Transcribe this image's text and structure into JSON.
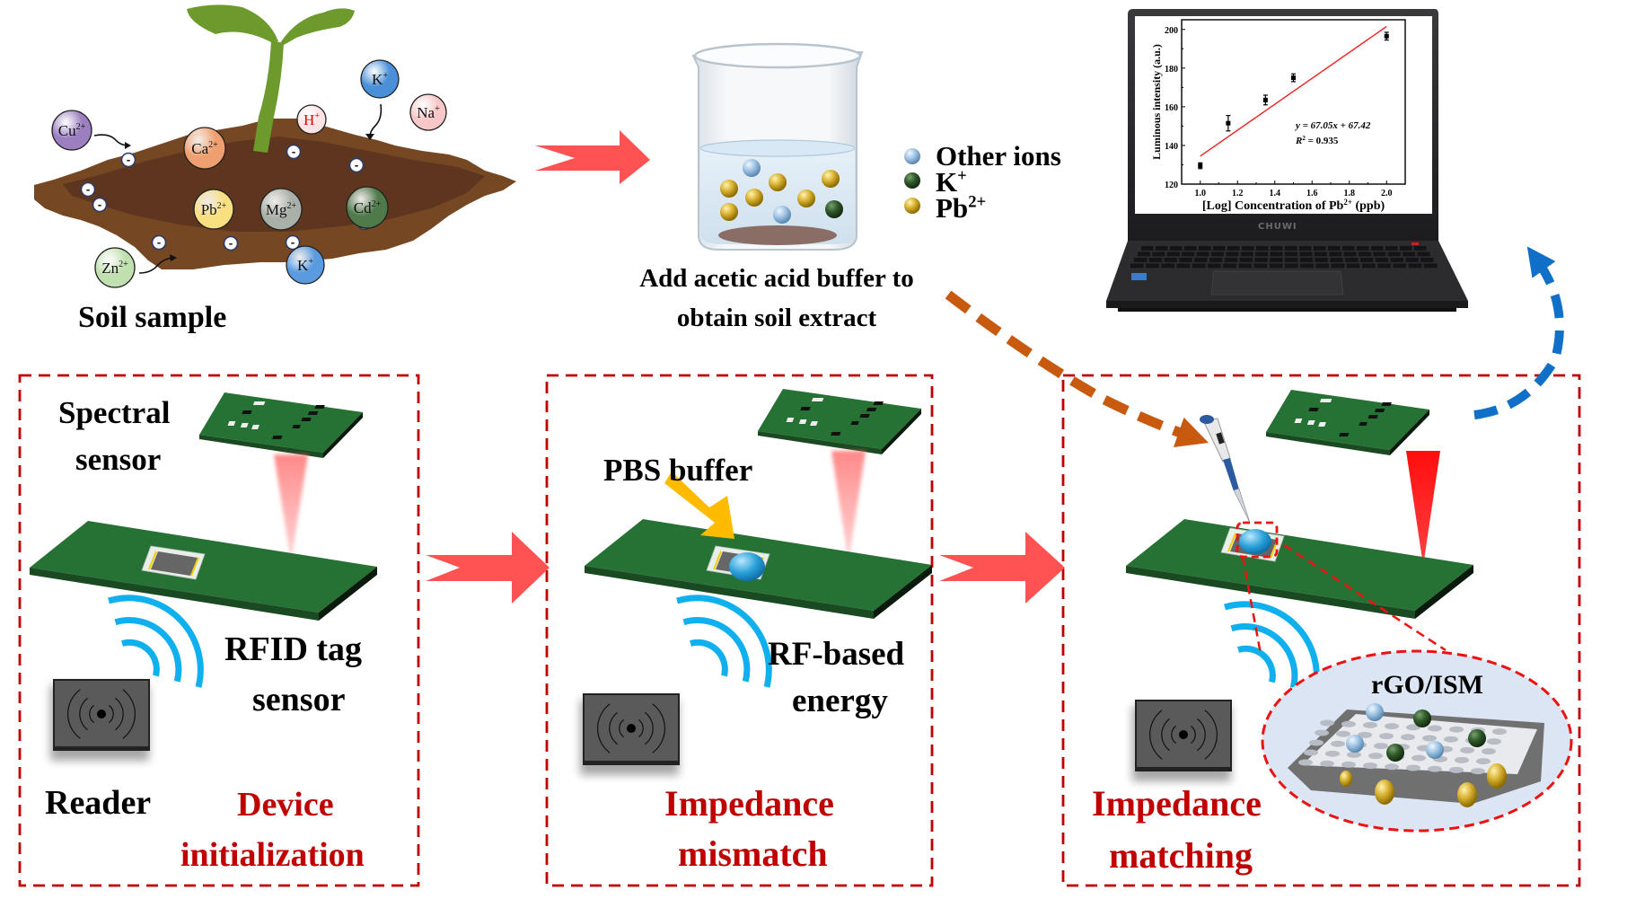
{
  "soil": {
    "label": "Soil sample",
    "ions": [
      {
        "id": "cu",
        "text": "Cu",
        "charge": "2+",
        "color": "#9b7fc0"
      },
      {
        "id": "ca",
        "text": "Ca",
        "charge": "2+",
        "color": "#f0a070"
      },
      {
        "id": "h",
        "text": "H",
        "charge": "+",
        "color": "#fde4e4",
        "text_color": "#e00000"
      },
      {
        "id": "k-top",
        "text": "K",
        "charge": "+",
        "color": "#4a90d8"
      },
      {
        "id": "na",
        "text": "Na",
        "charge": "+",
        "color": "#f8c8c8"
      },
      {
        "id": "pb",
        "text": "Pb",
        "charge": "2+",
        "color": "#f8df80"
      },
      {
        "id": "mg",
        "text": "Mg",
        "charge": "2+",
        "color": "#a8b0a8"
      },
      {
        "id": "cd",
        "text": "Cd",
        "charge": "2+",
        "color": "#4f7a4a"
      },
      {
        "id": "zn",
        "text": "Zn",
        "charge": "2+",
        "color": "#c0e0b0"
      },
      {
        "id": "k-bottom",
        "text": "K",
        "charge": "+",
        "color": "#5a9be0"
      }
    ],
    "negative_charge_symbol": "-"
  },
  "extract": {
    "label_line1": "Add acetic acid buffer to",
    "label_line2": "obtain soil extract",
    "legend": [
      {
        "name": "Other ions",
        "sup": "",
        "color": "#a9c8e8"
      },
      {
        "name": "K",
        "sup": "+",
        "color": "#2f5a2a"
      },
      {
        "name": "Pb",
        "sup": "2+",
        "color": "#c8a020"
      }
    ]
  },
  "laptop": {
    "brand": "CHUWI"
  },
  "chart_data": {
    "type": "scatter",
    "title": "",
    "xlabel": "[Log] Concentration of Pb",
    "xlabel_sup": "2+",
    "xlabel_unit": "(ppb)",
    "ylabel": "Luminous intensity (a.u.)",
    "xlim": [
      0.9,
      2.1
    ],
    "ylim": [
      120,
      205
    ],
    "xticks": [
      1.0,
      1.2,
      1.4,
      1.6,
      1.8,
      2.0
    ],
    "xtick_labels": [
      "1.0",
      "1.2",
      "1.4",
      "1.6",
      "1.8",
      "2.0"
    ],
    "yticks": [
      120,
      140,
      160,
      180,
      200
    ],
    "ytick_labels": [
      "120",
      "140",
      "160",
      "180",
      "200"
    ],
    "grid": false,
    "points": [
      {
        "x": 1.0,
        "y": 129.5,
        "err": 1.5
      },
      {
        "x": 1.15,
        "y": 151.5,
        "err": 4.0
      },
      {
        "x": 1.35,
        "y": 163.5,
        "err": 2.5
      },
      {
        "x": 1.5,
        "y": 175.0,
        "err": 2.0
      },
      {
        "x": 2.0,
        "y": 196.5,
        "err": 2.0
      }
    ],
    "fit": {
      "slope": 67.05,
      "intercept": 67.42,
      "x_range": [
        1.0,
        2.0
      ],
      "color": "#ee2222"
    },
    "annotation_line1": "y = 67.05x + 67.42",
    "annotation_line2_prefix": "R",
    "annotation_line2_sup": "2",
    "annotation_line2_suffix": " = 0.935"
  },
  "panels": [
    {
      "id": "device-init",
      "labels": {
        "sensor_line1": "Spectral",
        "sensor_line2": "sensor",
        "tag_line1": "RFID tag",
        "tag_line2": "sensor",
        "reader": "Reader"
      },
      "stage_line1": "Device",
      "stage_line2": "initialization"
    },
    {
      "id": "impedance-mismatch",
      "labels": {
        "buffer": "PBS buffer",
        "energy_line1": "RF-based",
        "energy_line2": "energy"
      },
      "stage_line1": "Impedance",
      "stage_line2": "mismatch"
    },
    {
      "id": "impedance-matching",
      "labels": {
        "material": "rGO/ISM"
      },
      "stage_line1": "Impedance",
      "stage_line2": "matching"
    }
  ],
  "colors": {
    "flow_arrow": "#ff5252",
    "panel_border": "#c00000",
    "orange_arrow": "#c85a10",
    "blue_arrow": "#1070c8",
    "pcb": "#256b32",
    "wave": "#10b0ee",
    "soil": "#6b3e1e"
  }
}
